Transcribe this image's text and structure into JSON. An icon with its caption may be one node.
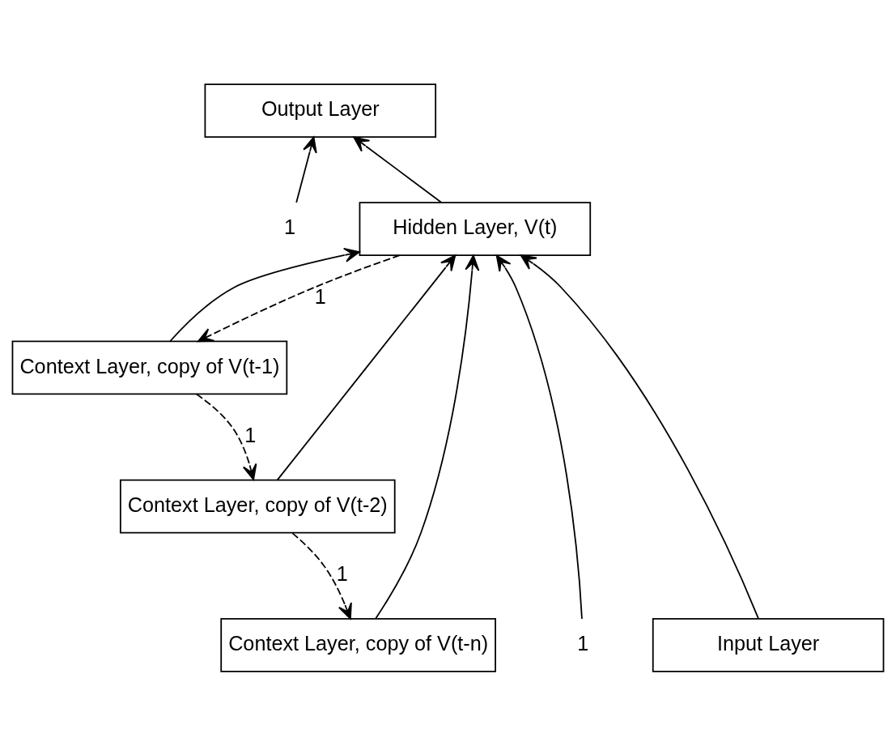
{
  "diagram": {
    "nodes": [
      {
        "text": [
          "Output Layer"
        ]
      },
      {
        "text": [
          "1"
        ]
      },
      {
        "text": [
          "Hidden Layer, V(t)"
        ]
      },
      {
        "text": [
          "Context Layer, copy of V(t-1)"
        ]
      },
      {
        "text": [
          "Context Layer, copy of V(t-2)"
        ]
      },
      {
        "text": [
          "1"
        ]
      },
      {
        "text": [
          "Input Layer"
        ]
      },
      {
        "text": [
          "Context Layer, copy of V(t-n)"
        ]
      }
    ],
    "edges": [
      {
        "from": 1,
        "to": 0,
        "arrow": "to"
      },
      {
        "from": 2,
        "to": 0,
        "arrow": "to"
      },
      {
        "from": 5,
        "to": 2,
        "arrow": "to"
      },
      {
        "from": 6,
        "to": 2,
        "arrow": "to"
      },
      {
        "from": 7,
        "to": 2,
        "arrow": "to"
      },
      {
        "from": 4,
        "to": 2,
        "arrow": "to"
      },
      {
        "from": 3,
        "to": 2,
        "arrow": "to"
      },
      {
        "from": 2,
        "to": 3,
        "arrow": "to",
        "style": "dashed",
        "label": "1"
      },
      {
        "from": 3,
        "to": 4,
        "arrow": "to",
        "style": "dashed",
        "label": "1"
      },
      {
        "from": 4,
        "to": 7,
        "arrow": "to",
        "style": "dashed",
        "label": "1"
      }
    ]
  }
}
